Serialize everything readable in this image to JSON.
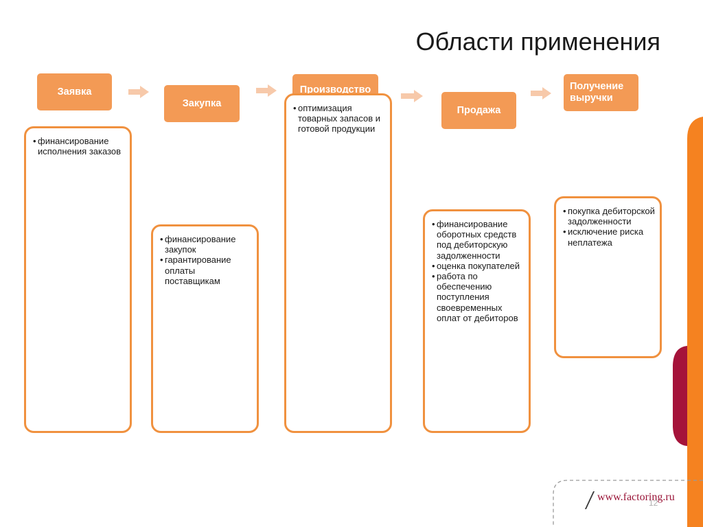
{
  "title": "Области применения",
  "stages": [
    {
      "label": "Заявка",
      "color": "#f39a55"
    },
    {
      "label": "Закупка",
      "color": "#f39a55"
    },
    {
      "label": "Производство",
      "color": "#f39a55"
    },
    {
      "label": "Продажа",
      "color": "#f39a55"
    },
    {
      "label": "Получение выручки",
      "color": "#f39a55"
    }
  ],
  "panels": [
    {
      "items": [
        "финансирование исполнения заказов"
      ]
    },
    {
      "items": [
        "финансирование закупок",
        "гарантирование оплаты поставщикам"
      ]
    },
    {
      "items": [
        "оптимизация товарных запасов и готовой продукции"
      ]
    },
    {
      "items": [
        "финансирование оборотных средств под дебиторскую задолженности",
        "оценка покупателей",
        "работа по обеспечению поступления своевременных оплат от дебиторов"
      ]
    },
    {
      "items": [
        "покупка дебиторской задолженности",
        "исключение риска неплатежа"
      ]
    }
  ],
  "footer": {
    "url": "www.factoring.ru",
    "page_number": "12"
  },
  "colors": {
    "accent_orange": "#f39a55",
    "panel_border": "#f0913f",
    "side_orange": "#f58220",
    "side_crimson": "#a5133a",
    "arrow": "#f7c9aa"
  }
}
